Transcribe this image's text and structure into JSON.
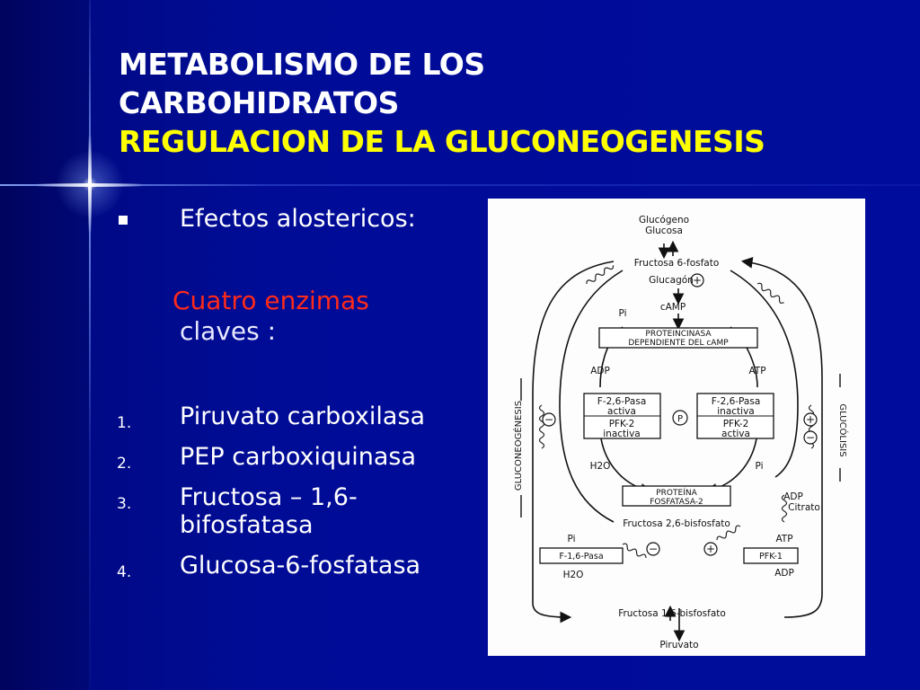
{
  "slide": {
    "title_line1": "METABOLISMO DE LOS",
    "title_line2": "CARBOHIDRATOS",
    "title_line3": "REGULACION DE LA GLUCONEOGENESIS",
    "bullet": "Efectos alostericos:",
    "subheading_line1": "Cuatro enzimas",
    "subheading_line2": "claves :",
    "enzymes": [
      {
        "num": "1.",
        "text": "Piruvato carboxilasa"
      },
      {
        "num": "2.",
        "text": "PEP carboxiquinasa"
      },
      {
        "num": "3.",
        "text": "Fructosa – 1,6-bifosfatasa"
      },
      {
        "num": "4.",
        "text": "Glucosa-6-fosfatasa"
      }
    ]
  },
  "diagram": {
    "glucogeno": "Glucógeno",
    "glucosa": "Glucosa",
    "f6p": "Fructosa 6-fosfato",
    "glucagon": "Glucagón",
    "camp": "cAMP",
    "pi": "Pi",
    "proteinkinase_1": "PROTEINCINASA",
    "proteinkinase_2": "DEPENDIENTE DEL cAMP",
    "adp": "ADP",
    "atp": "ATP",
    "f26pasa_activa_1": "F-2,6-Pasa",
    "f26pasa_activa_2": "activa",
    "pfk2_inactiva_1": "PFK-2",
    "pfk2_inactiva_2": "inactiva",
    "f26pasa_inactiva_1": "F-2,6-Pasa",
    "f26pasa_inactiva_2": "inactiva",
    "pfk2_activa_1": "PFK-2",
    "pfk2_activa_2": "activa",
    "p": "P",
    "h2o": "H2O",
    "phosphatase_1": "PROTEÍNA",
    "phosphatase_2": "FOSFATASA-2",
    "citrato": "Citrato",
    "f26bp": "Fructosa 2,6-bisfosfato",
    "f16pasa": "F-1,6-Pasa",
    "pfk1": "PFK-1",
    "f16bp": "Fructosa 1,6-bisfosfato",
    "piruvato": "Piruvato",
    "gluconeogenesis": "GLUCONEOGÉNESIS",
    "glucolisis": "GLUCÓLISIS",
    "plus": "+",
    "minus": "−"
  }
}
